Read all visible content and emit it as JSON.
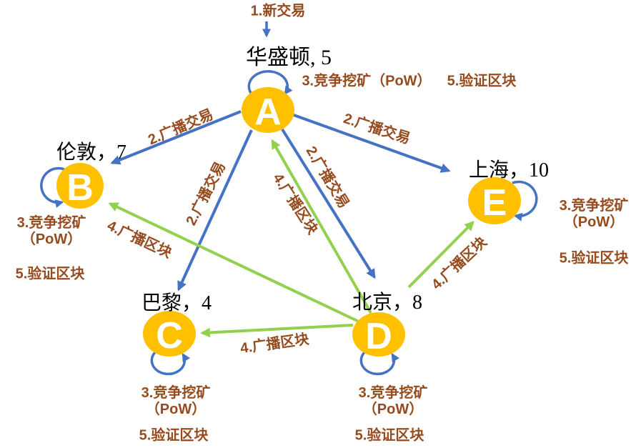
{
  "colors": {
    "node_fill": "#FFC000",
    "node_letter": "#FFFFFF",
    "transaction_arrow_blue": "#4472C4",
    "block_arrow_green": "#92D050",
    "step_label_brown": "#964B1E",
    "city_text_black": "#000000"
  },
  "nodes": {
    "a": {
      "letter": "A",
      "city_label": "华盛顿, 5",
      "mining_label": "3.竞争挖矿（PoW）",
      "verify_label": "5.验证区块"
    },
    "b": {
      "letter": "B",
      "city_label": "伦敦，7",
      "mining_label_line1": "3.竞争挖矿",
      "mining_label_line2": "（PoW）",
      "verify_label": "5.验证区块"
    },
    "c": {
      "letter": "C",
      "city_label": "巴黎，4",
      "mining_label_line1": "3.竞争挖矿",
      "mining_label_line2": "（PoW）",
      "verify_label": "5.验证区块"
    },
    "d": {
      "letter": "D",
      "city_label": "北京，8",
      "mining_label_line1": "3.竞争挖矿",
      "mining_label_line2": "（PoW）",
      "verify_label": "5.验证区块"
    },
    "e": {
      "letter": "E",
      "city_label": "上海，10",
      "mining_label_line1": "3.竞争挖矿",
      "mining_label_line2": "（PoW）",
      "verify_label": "5.验证区块"
    }
  },
  "edges": {
    "new_transaction": {
      "label": "1.新交易",
      "to": "A"
    },
    "a_to_b": {
      "label": "2.广播交易"
    },
    "a_to_c": {
      "label": "2.广播交易"
    },
    "a_to_d": {
      "label": "2.广播交易"
    },
    "a_to_e": {
      "label": "2.广播交易"
    },
    "d_to_a": {
      "label": "4.广播区块"
    },
    "d_to_b": {
      "label": "4.广播区块"
    },
    "d_to_c": {
      "label": "4.广播区块"
    },
    "d_to_e": {
      "label": "4.广播区块"
    }
  }
}
